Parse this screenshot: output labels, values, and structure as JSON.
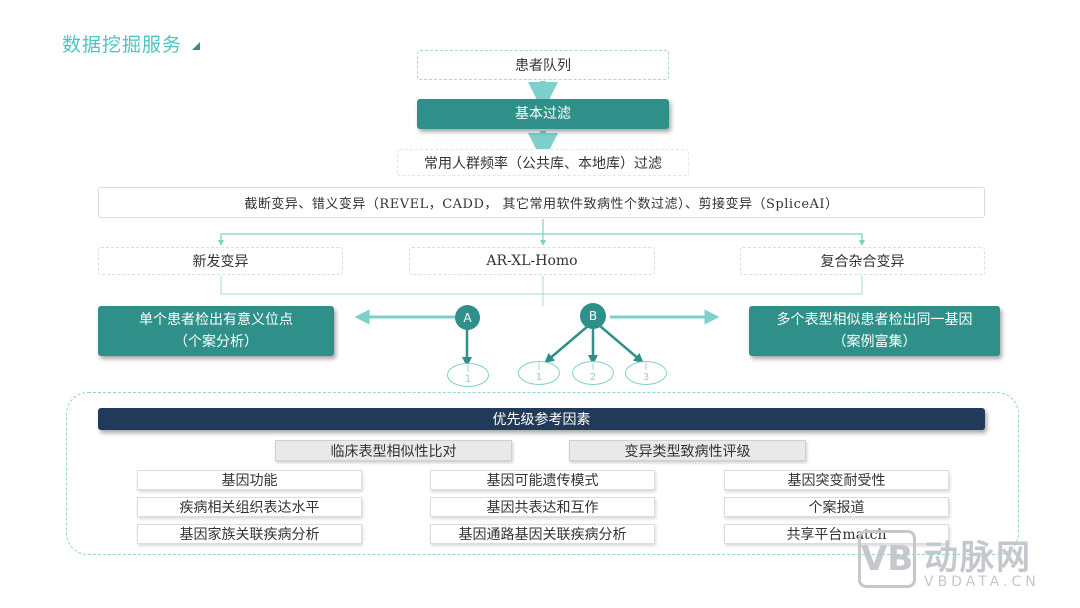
{
  "header": {
    "title": "数据挖掘服务"
  },
  "flow": {
    "patient_cohort": "患者队列",
    "basic_filter": "基本过滤",
    "population_filter": "常用人群频率（公共库、本地库）过滤",
    "variant_filter": "截断变异、错义变异（REVEL，CADD， 其它常用软件致病性个数过滤）、剪接变异（SpliceAI）",
    "branches": [
      "新发变异",
      "AR-XL-Homo",
      "复合杂合变异"
    ],
    "case_left": {
      "line1": "单个患者检出有意义位点",
      "line2": "（个案分析）"
    },
    "case_right": {
      "line1": "多个表型相似患者检出同一基因",
      "line2": "（案例富集）"
    },
    "node_a": "A",
    "node_b": "B",
    "sub_nodes": [
      {
        "top": "l",
        "bottom": "1"
      },
      {
        "top": "l",
        "bottom": "1"
      },
      {
        "top": "l",
        "bottom": "2"
      },
      {
        "top": "l",
        "bottom": "3"
      }
    ]
  },
  "priority": {
    "banner": "优先级参考因素",
    "grey_items": [
      "临床表型相似性比对",
      "变异类型致病性评级"
    ],
    "factors": [
      "基因功能",
      "基因可能遗传模式",
      "基因突变耐受性",
      "疾病相关组织表达水平",
      "基因共表达和互作",
      "个案报道",
      "基因家族关联疾病分析",
      "基因通路基因关联疾病分析",
      "共享平台match"
    ]
  },
  "watermark": {
    "cn": "动脉网",
    "en": "VBDATA.CN"
  },
  "colors": {
    "teal": "#2e9088",
    "navy": "#213a5a",
    "title": "#4fc4c0",
    "line": "#7ed0cb"
  }
}
